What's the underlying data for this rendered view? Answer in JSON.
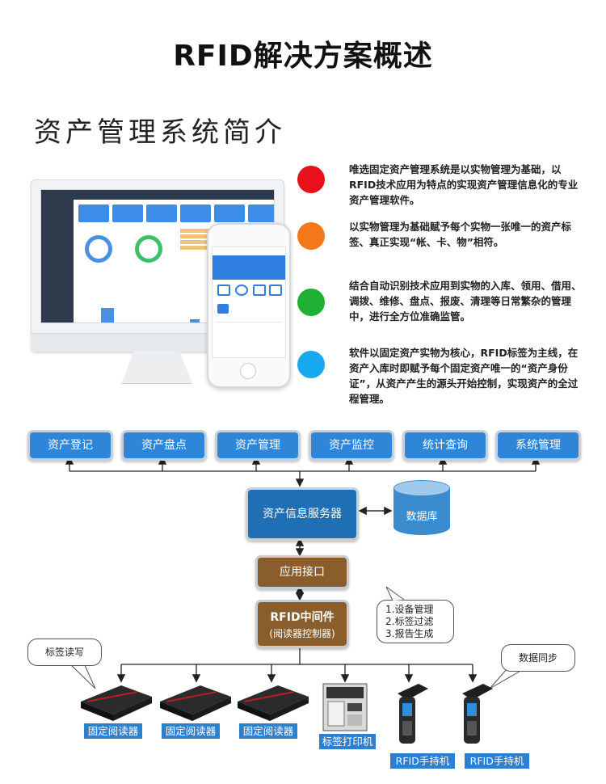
{
  "page": {
    "title": "RFID解决方案概述",
    "subtitle": "资产管理系统简介"
  },
  "intro_points": [
    {
      "color": "#e8101a",
      "text": "唯选固定资产管理系统是以实物管理为基础，以RFID技术应用为特点的实现资产管理信息化的专业资产管理软件。"
    },
    {
      "color": "#f4781a",
      "text": "以实物管理为基础赋予每个实物一张唯一的资产标签、真正实现“帐、卡、物”相符。"
    },
    {
      "color": "#1fb135",
      "text": "结合自动识别技术应用到实物的入库、领用、借用、调拨、维修、盘点、报废、清理等日常繁杂的管理中，进行全方位准确监管。"
    },
    {
      "color": "#17a9f0",
      "text": "软件以固定资产实物为核心，RFID标签为主线，在资产入库时即赋予每个固定资产唯一的“资产身份证”，从资产产生的源头开始控制，实现资产的全过程管理。"
    }
  ],
  "modules": [
    "资产登记",
    "资产盘点",
    "资产管理",
    "资产监控",
    "统计查询",
    "系统管理"
  ],
  "server": "资产信息服务器",
  "database": "数据库",
  "api": "应用接口",
  "middleware": {
    "title": "RFID中间件",
    "subtitle": "(阅读器控制器)"
  },
  "middleware_functions": [
    "1.设备管理",
    "2.标签过滤",
    "3.报告生成"
  ],
  "callouts": {
    "tag_rw": "标签读写",
    "data_sync": "数据同步"
  },
  "devices": [
    "固定阅读器",
    "固定阅读器",
    "固定阅读器",
    "标签打印机",
    "RFID手持机",
    "RFID手持机"
  ]
}
